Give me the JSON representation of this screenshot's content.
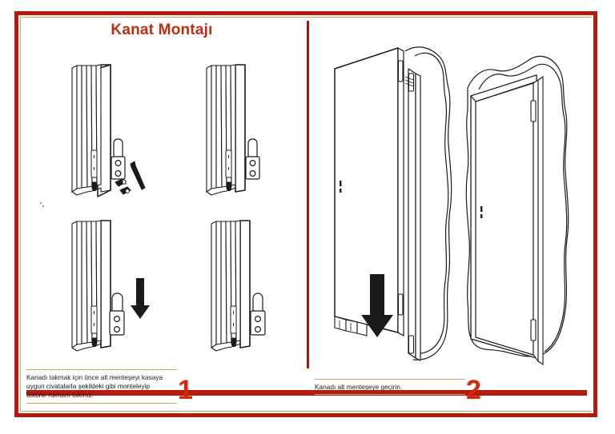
{
  "document": {
    "title": "Kanat Montajı",
    "title_color": "#c22d12",
    "border_color": "#b41b0e",
    "accent_rule_color": "#c8a373",
    "step_number_color": "#d42a0c",
    "background": "#ffffff",
    "ink_color": "#1a1a1a"
  },
  "panels": [
    {
      "id": "step-1",
      "number": "1",
      "caption": "Kanadı takmak için önce alt menteşeyi kasaya uygun civatalarla şekildeki gibi monteleyip üstüne rulmanı takınız.",
      "caption_lines": [
        "Kanadı takmak için önce alt menteşeyi kasaya",
        "uygun civatalarla şekildeki gibi monteleyip",
        "üstüne rulmanı takınız."
      ],
      "figures": [
        {
          "id": "fig-1a",
          "name": "frame-post-with-loose-bolts-and-wrench"
        },
        {
          "id": "fig-1b",
          "name": "frame-post-with-hinge-bolted"
        },
        {
          "id": "fig-1c",
          "name": "frame-post-bearing-insert-arrow"
        },
        {
          "id": "fig-1d",
          "name": "frame-post-bearing-installed"
        }
      ]
    },
    {
      "id": "step-2",
      "number": "2",
      "caption": "Kanadı alt menteşeye geçirin.",
      "caption_lines": [
        "Kanadı alt menteşeye geçirin."
      ],
      "figures": [
        {
          "id": "fig-2a",
          "name": "door-leaf-lowering-into-frame"
        },
        {
          "id": "fig-2b",
          "name": "door-installed-in-wall-opening"
        }
      ]
    }
  ]
}
